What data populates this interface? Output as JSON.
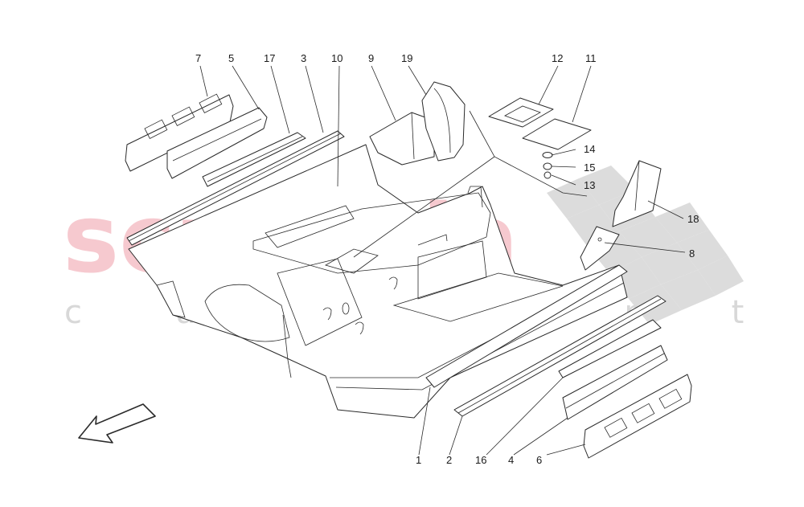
{
  "watermark": {
    "brand": "scuderia",
    "sub": "c a r p a r t s",
    "brand_color": "#f6c9cf",
    "checker_color": "#d9d9d9"
  },
  "arrow": {
    "icon": "direction-arrow-icon",
    "points": "front-left"
  },
  "callouts": [
    {
      "id": "c7",
      "text": "7"
    },
    {
      "id": "c5",
      "text": "5"
    },
    {
      "id": "c17",
      "text": "17"
    },
    {
      "id": "c3",
      "text": "3"
    },
    {
      "id": "c10",
      "text": "10"
    },
    {
      "id": "c9",
      "text": "9"
    },
    {
      "id": "c19",
      "text": "19"
    },
    {
      "id": "c12",
      "text": "12"
    },
    {
      "id": "c11",
      "text": "11"
    },
    {
      "id": "c14",
      "text": "14"
    },
    {
      "id": "c15",
      "text": "15"
    },
    {
      "id": "c13",
      "text": "13"
    },
    {
      "id": "c18",
      "text": "18"
    },
    {
      "id": "c8",
      "text": "8"
    },
    {
      "id": "c1",
      "text": "1"
    },
    {
      "id": "c2",
      "text": "2"
    },
    {
      "id": "c16",
      "text": "16"
    },
    {
      "id": "c4",
      "text": "4"
    },
    {
      "id": "c6",
      "text": "6"
    }
  ]
}
